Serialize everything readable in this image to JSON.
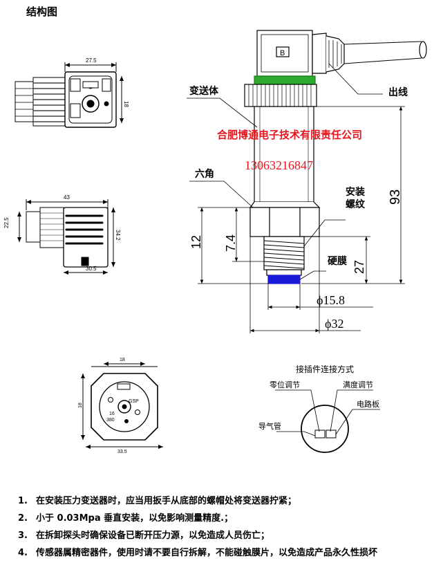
{
  "page_title": "结构图",
  "company": "合肥博通电子技术有限责任公司",
  "phone": "13063216847",
  "labels": {
    "transmitter_body": "变送体",
    "outlet": "出线",
    "hexagon": "六角",
    "install_thread_1": "安装",
    "install_thread_2": "螺纹",
    "diaphragm": "硬膜",
    "connector_badge": "B"
  },
  "dimensions": {
    "d93": "93",
    "d12": "12",
    "d7_4": "7.4",
    "d27": "27",
    "phi15_8": "ϕ15.8",
    "phi32": "ϕ32",
    "top_width": "27.5",
    "top_height": "18",
    "side_width": "43",
    "side_height_left": "22.5",
    "side_height_right": "34.2",
    "side_bottom": "30.5",
    "face_width": "18",
    "face_height": "18",
    "face_bottom": "33.5"
  },
  "face_marks": {
    "gsp": "GSP",
    "pin16": "16",
    "pin380": "380"
  },
  "connector": {
    "title": "接插件连接方式",
    "zero_adjust": "零位调节",
    "span_adjust": "满度调节",
    "circuit_board": "电路板",
    "vent_tube": "导气管"
  },
  "notes": [
    {
      "num": "1.",
      "text": "在安装压力变送器时，应当用扳手从底部的螺帽处将变送器拧紧；"
    },
    {
      "num": "2.",
      "text": "小于 0.03Mpa 垂直安装，以免影响测量精度.；"
    },
    {
      "num": "3.",
      "text": "在拆卸探头时确保设备已断开压力源，以免造成人员伤亡；"
    },
    {
      "num": "4.",
      "text": "传感器属精密器件，使用时请不要自行拆解，不能碰触膜片，以免造成产品永久性损坏"
    }
  ],
  "colors": {
    "company_red": "#e8141c",
    "green_ring": "#2eaa2e",
    "diaphragm_blue": "#1a1ad8",
    "line": "#000000"
  }
}
